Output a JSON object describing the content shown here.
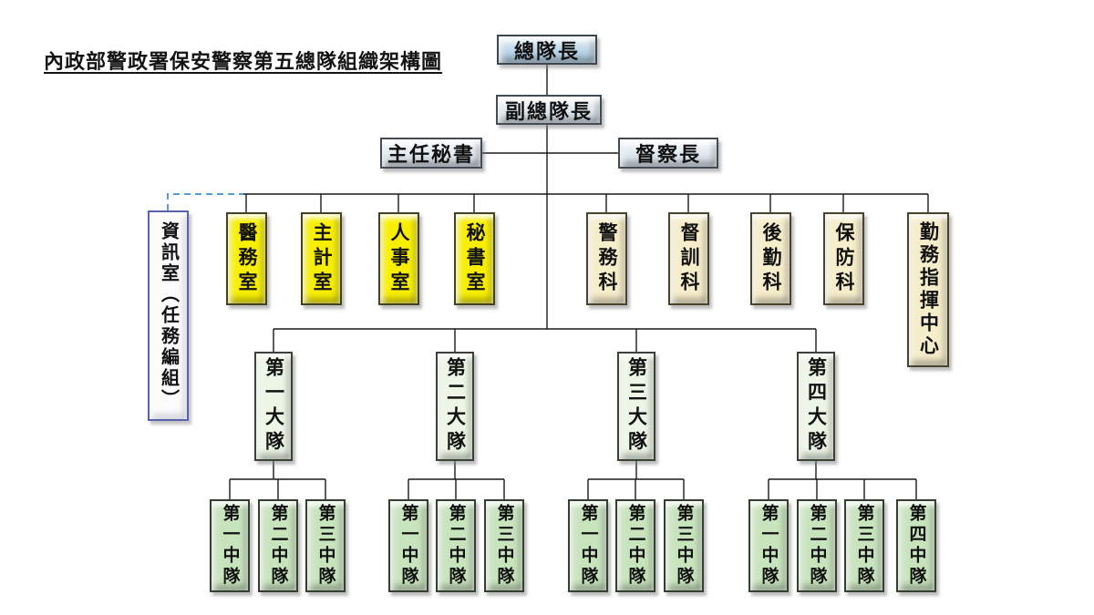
{
  "title": "內政部警政署保安警察第五總隊組織架構圖",
  "org": {
    "commander": "總隊長",
    "deputy_commander": "副總隊長",
    "chief_secretary": "主任秘書",
    "inspector_general": "督察長",
    "info_room_task_force": "資訊室（任務編組）",
    "offices": [
      "醫務室",
      "主計室",
      "人事室",
      "秘書室"
    ],
    "sections": [
      "警務科",
      "督訓科",
      "後勤科",
      "保防科",
      "勤務指揮中心"
    ],
    "battalions": [
      {
        "name": "第一大隊",
        "squadrons": [
          "第一中隊",
          "第二中隊",
          "第三中隊"
        ]
      },
      {
        "name": "第二大隊",
        "squadrons": [
          "第一中隊",
          "第二中隊",
          "第三中隊"
        ]
      },
      {
        "name": "第三大隊",
        "squadrons": [
          "第一中隊",
          "第二中隊",
          "第三中隊"
        ]
      },
      {
        "name": "第四大隊",
        "squadrons": [
          "第一中隊",
          "第二中隊",
          "第三中隊",
          "第四中隊"
        ]
      }
    ]
  },
  "colors": {
    "commander_box": "#b9d2e6",
    "staff_box": "#dde6ed",
    "office_box": "#f8ef00",
    "section_box": "#f6edca",
    "battalion_box": "#edf6e6",
    "squadron_box": "#c8e4bd",
    "task_force_fill": "#fcfcfd",
    "task_force_border": "#5a62b0",
    "dashed_line": "#5b9bd5",
    "connector_line": "#1a1a1a"
  }
}
